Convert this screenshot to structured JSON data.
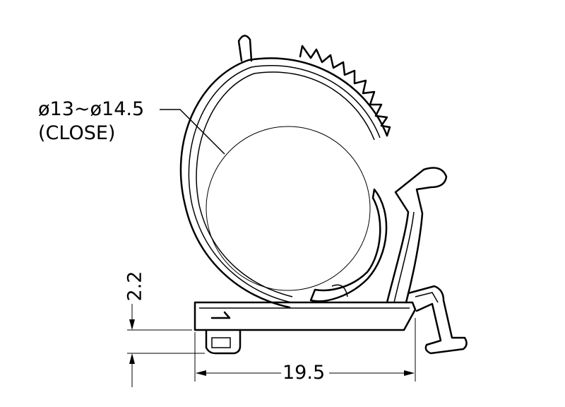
{
  "drawing": {
    "diameter_label": "ø13~ø14.5",
    "diameter_note": "(CLOSE)",
    "height_dimension": "2.2",
    "width_dimension": "19.5"
  }
}
